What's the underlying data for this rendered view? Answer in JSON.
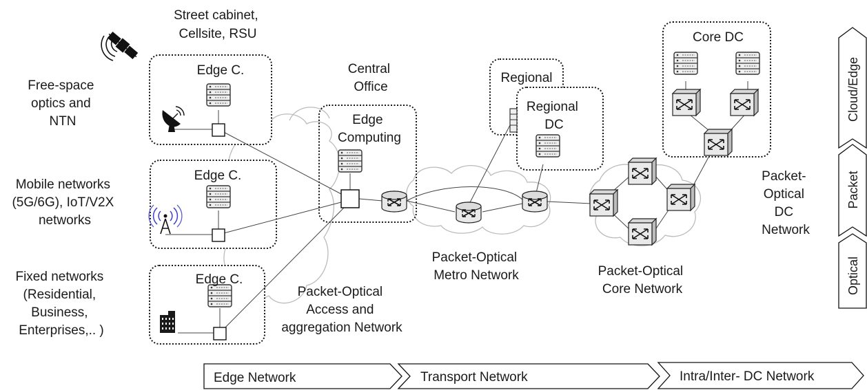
{
  "left_labels": {
    "fso": [
      "Free-space",
      "optics and",
      "NTN"
    ],
    "mobile": [
      "Mobile networks",
      "(5G/6G), IoT/V2X",
      "networks"
    ],
    "fixed": [
      "Fixed networks",
      "(Residential,",
      "Business,",
      "Enterprises,.. )"
    ]
  },
  "top_label": [
    "Street cabinet,",
    "Cellsite, RSU"
  ],
  "edge_c": {
    "a": "Edge C.",
    "b": "Edge C.",
    "c": "Edge C."
  },
  "central_office": [
    "Central",
    "Office"
  ],
  "edge_computing": [
    "Edge",
    "Computing"
  ],
  "regional_back": "Regional",
  "regional_dc": [
    "Regional",
    "DC"
  ],
  "core_dc": "Core DC",
  "network_labels": {
    "access": [
      "Packet-Optical",
      "Access and",
      "aggregation Network"
    ],
    "metro": [
      "Packet-Optical",
      "Metro Network"
    ],
    "core": [
      "Packet-Optical",
      "Core Network"
    ],
    "dc": [
      "Packet-",
      "Optical",
      "DC",
      "Network"
    ]
  },
  "layers": [
    "Cloud/Edge",
    "Packet",
    "Optical"
  ],
  "bottom_segments": [
    "Edge Network",
    "Transport Network",
    "Intra/Inter- DC Network"
  ]
}
